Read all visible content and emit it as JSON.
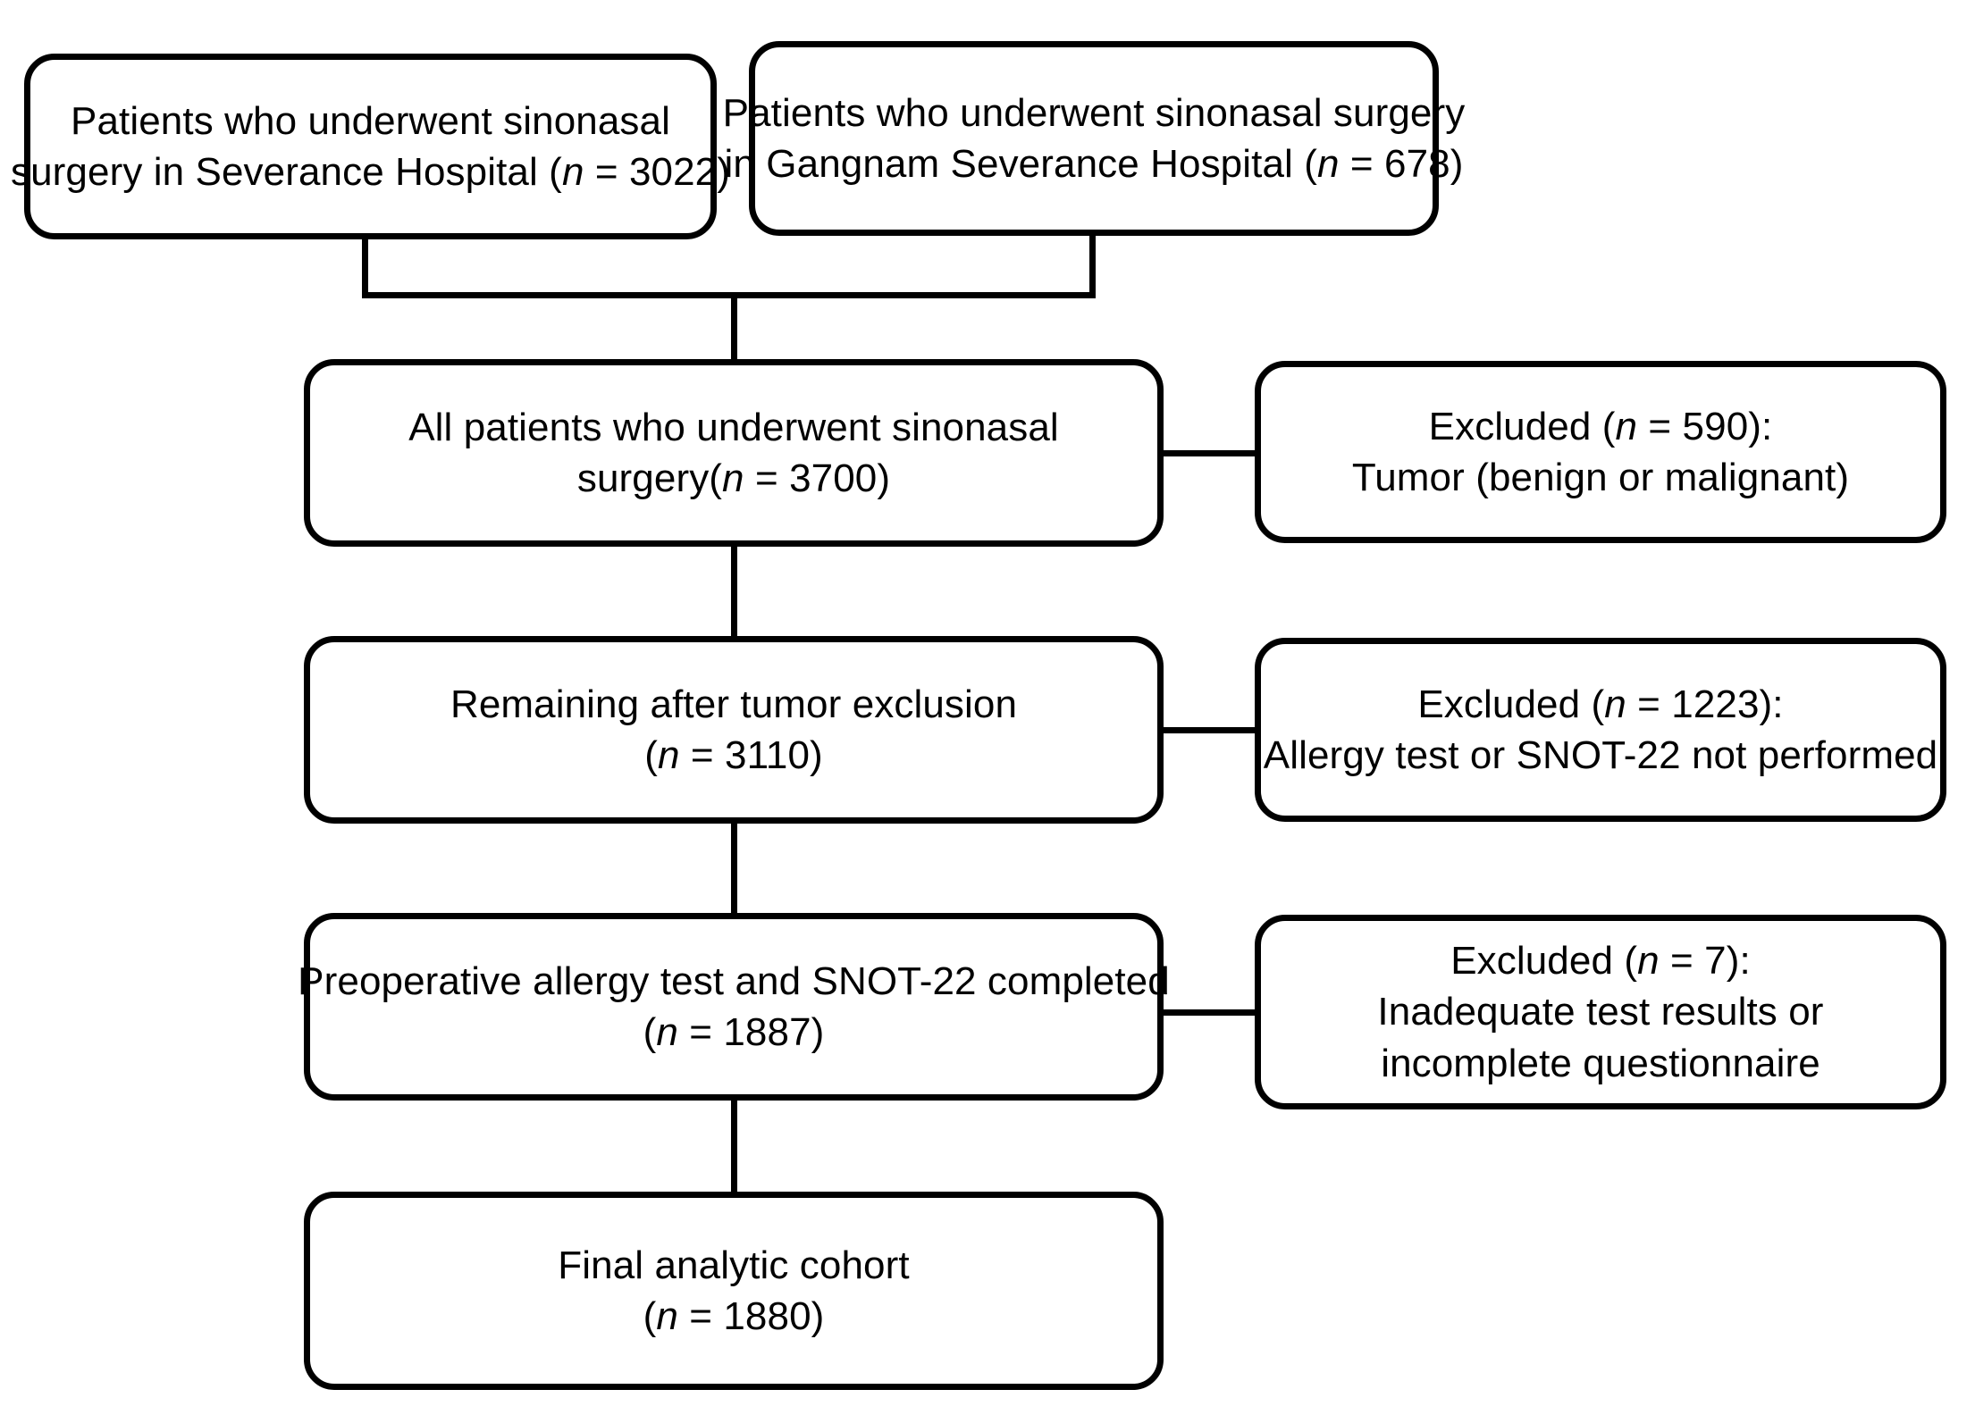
{
  "diagram": {
    "title": "Patient selection flow diagram",
    "stroke_color": "#000000",
    "fill_color": "#ffffff",
    "nodes": {
      "severance": {
        "line1": "Patients who underwent sinonasal",
        "line2_pre": "surgery in Severance Hospital (",
        "line2_italic": "n",
        "line2_post": " = 3022)",
        "n": 3022
      },
      "gangnam": {
        "line1": "Patients who underwent sinonasal surgery",
        "line2_pre": "in Gangnam Severance Hospital (",
        "line2_italic": "n",
        "line2_post": " = 678)",
        "n": 678
      },
      "all_patients": {
        "line1": "All patients who underwent sinonasal",
        "line2_pre": "surgery(",
        "line2_italic": "n",
        "line2_post": " = 3700)",
        "n": 3700
      },
      "excluded_tumor": {
        "line1_pre": "Excluded (",
        "line1_italic": "n",
        "line1_post": " = 590):",
        "line2": "Tumor (benign or malignant)",
        "n": 590
      },
      "remaining": {
        "line1": "Remaining after tumor exclusion",
        "line2_pre": "(",
        "line2_italic": "n",
        "line2_post": " = 3110)",
        "n": 3110
      },
      "excluded_test": {
        "line1_pre": "Excluded (",
        "line1_italic": "n",
        "line1_post": " = 1223):",
        "line2": "Allergy test or SNOT-22 not performed",
        "n": 1223
      },
      "preop": {
        "line1": "Preoperative allergy test and SNOT-22 completed",
        "line2_pre": "(",
        "line2_italic": "n",
        "line2_post": " = 1887)",
        "n": 1887
      },
      "excluded_inadequate": {
        "line1_pre": "Excluded (",
        "line1_italic": "n",
        "line1_post": " = 7):",
        "line2": "Inadequate test results or",
        "line3": "incomplete questionnaire",
        "n": 7
      },
      "final_cohort": {
        "line1": "Final analytic cohort",
        "line2_pre": "(",
        "line2_italic": "n",
        "line2_post": " = 1880)",
        "n": 1880
      }
    }
  }
}
